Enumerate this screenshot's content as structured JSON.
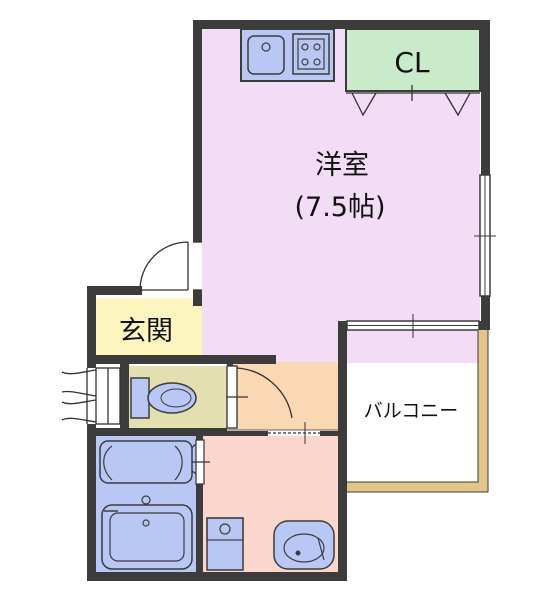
{
  "rooms": {
    "western_room_name": "洋室",
    "western_room_size": "(7.5帖)",
    "closet": "CL",
    "entrance": "玄関",
    "balcony": "バルコニー"
  },
  "colors": {
    "western_room": "#f3dcf6",
    "closet": "#c9ebc9",
    "entrance": "#fdf6bf",
    "toilet": "#e3dfb1",
    "corridor": "#fbd8b4",
    "washroom": "#fbd6cc",
    "bath": "#b8c7f3",
    "balcony_rail": "#e3c489",
    "wall": "#3c3c3c"
  }
}
